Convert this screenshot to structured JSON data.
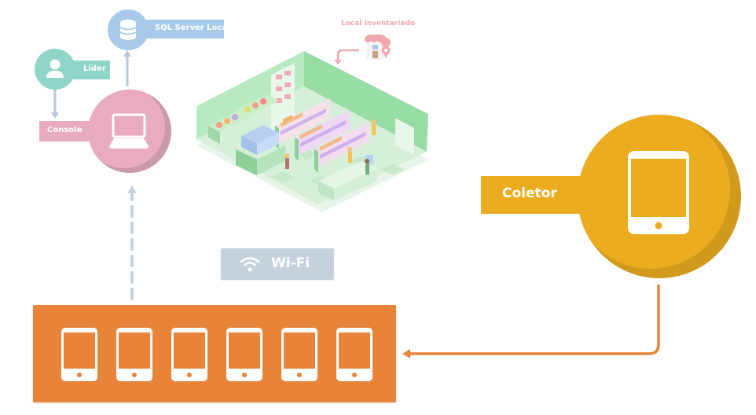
{
  "colors": {
    "sql": "#a7c9ea",
    "lider": "#8fd5c8",
    "console": "#e8abc0",
    "console_shade": "#c99aa9",
    "coletor": "#ecac20",
    "coletor_shade": "#d19a1c",
    "devices": "#e8843a",
    "wifi": "#c5d1dc",
    "connector_gray": "#b8c8d6",
    "store_green": "#a3e2b0",
    "store_label": "#f0a8ae",
    "arrow_orange": "#e8843a"
  },
  "nodes": {
    "sql": {
      "label": "SQL Server Local",
      "icon": "database-icon"
    },
    "lider": {
      "label": "Líder",
      "icon": "user-icon"
    },
    "console": {
      "label": "Console",
      "icon": "laptop-icon"
    },
    "store": {
      "label": "Local inventariado",
      "icon": "store-location-icon"
    },
    "coletor": {
      "label": "Coletor",
      "icon": "tablet-icon"
    },
    "wifi": {
      "label": "Wi-Fi",
      "icon": "wifi-icon"
    },
    "devices": {
      "count": 6,
      "icon": "tablet-icon"
    }
  },
  "edges": [
    {
      "from": "console",
      "to": "sql",
      "style": "solid"
    },
    {
      "from": "lider",
      "to": "console",
      "style": "solid"
    },
    {
      "from": "devices",
      "to": "console",
      "style": "dashed"
    },
    {
      "from": "coletor",
      "to": "devices",
      "style": "solid"
    },
    {
      "from": "store",
      "to": "store-illustration",
      "style": "solid"
    }
  ]
}
